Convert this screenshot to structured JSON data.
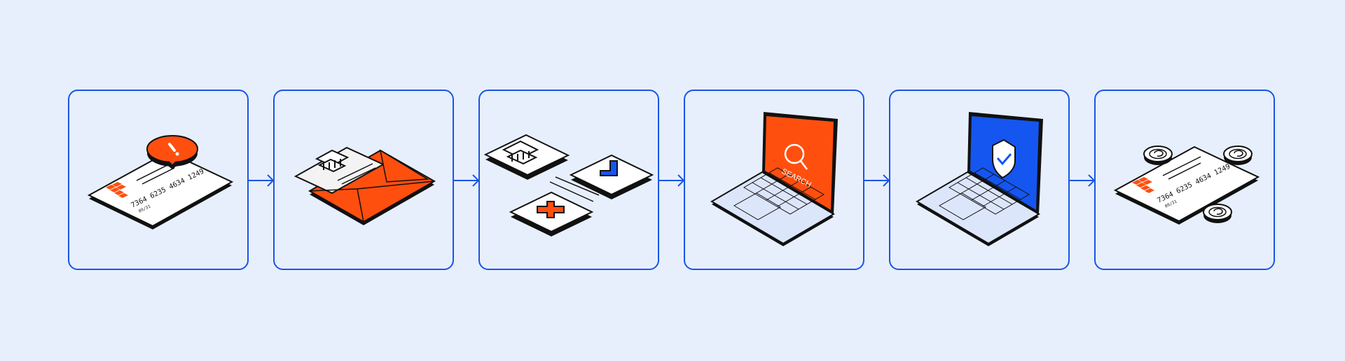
{
  "flow": {
    "steps": [
      {
        "id": "card-alert",
        "card_number": "7364 6235 4634 1249",
        "card_expiry": "09/31",
        "badge_icon": "exclamation-icon"
      },
      {
        "id": "bank-letter",
        "icons": [
          "bank-icon",
          "envelope-icon"
        ]
      },
      {
        "id": "decision",
        "icons": [
          "bank-icon",
          "checkmark-icon",
          "plus-icon"
        ]
      },
      {
        "id": "laptop-search",
        "screen_text": "SEARCH",
        "icon": "magnifier-icon"
      },
      {
        "id": "laptop-secure",
        "icon": "shield-check-icon"
      },
      {
        "id": "card-refund",
        "card_number": "7364 6235 4634 1249",
        "card_expiry": "09/31",
        "icons": [
          "refresh-coin-icon"
        ]
      }
    ]
  },
  "colors": {
    "background": "#e7effd",
    "border_blue": "#1a55e6",
    "accent_orange": "#ff4f0f",
    "accent_blue": "#1556f0",
    "ink": "#111111",
    "paper": "#ffffff"
  }
}
